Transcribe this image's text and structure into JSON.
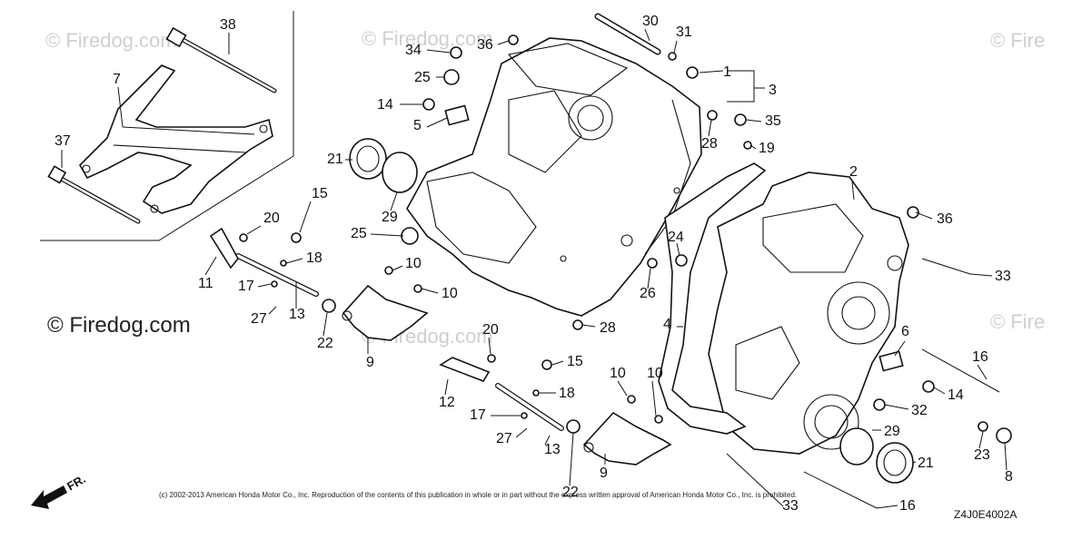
{
  "watermarks": [
    {
      "id": "wm-center-top",
      "text": "© Firedog.com"
    },
    {
      "id": "wm-left-top",
      "text": "© Firedog.com"
    },
    {
      "id": "wm-right-top",
      "text": "© Fire"
    },
    {
      "id": "wm-left-mid",
      "text": "© Firedog.com"
    },
    {
      "id": "wm-center-mid",
      "text": "© Firedog.com"
    },
    {
      "id": "wm-right-mid",
      "text": "© Fire"
    }
  ],
  "copyright": "(c) 2002-2013 American Honda Motor Co., Inc. Reproduction of the contents of this publication in whole or in part without the express written approval of American Honda Motor Co., Inc. is prohibited.",
  "diagram_code": "Z4J0E4002A",
  "direction_label": "FR.",
  "callouts": [
    "38",
    "7",
    "37",
    "34",
    "36",
    "30",
    "31",
    "25",
    "1",
    "3",
    "14",
    "5",
    "28",
    "35",
    "19",
    "21",
    "29",
    "2",
    "36",
    "25",
    "15",
    "20",
    "11",
    "18",
    "10",
    "10",
    "17",
    "27",
    "13",
    "22",
    "9",
    "24",
    "26",
    "28",
    "4",
    "33",
    "20",
    "15",
    "12",
    "18",
    "17",
    "27",
    "13",
    "10",
    "10",
    "9",
    "22",
    "6",
    "16",
    "14",
    "32",
    "29",
    "23",
    "21",
    "8",
    "33",
    "16"
  ]
}
